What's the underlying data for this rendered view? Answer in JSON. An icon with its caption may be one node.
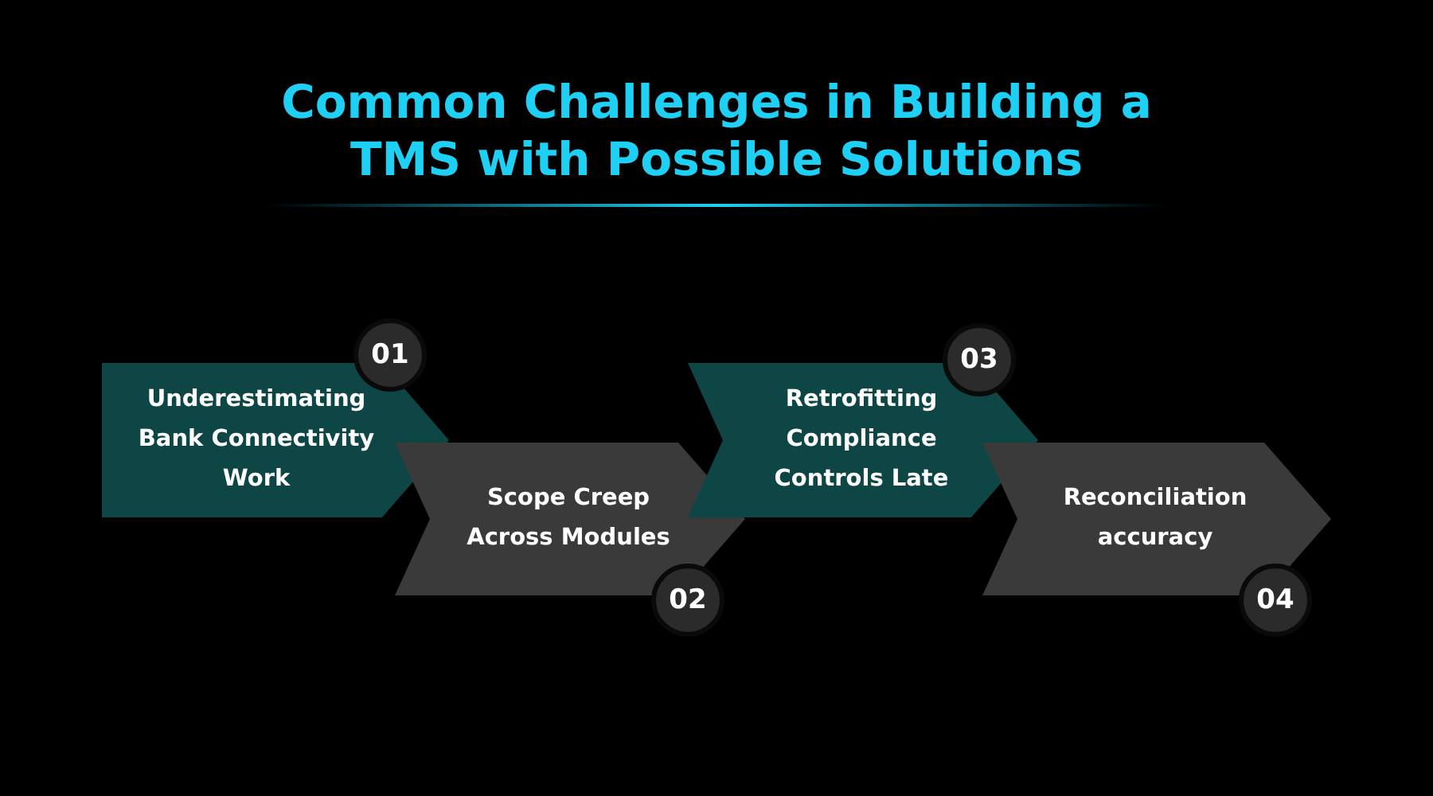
{
  "diagram": {
    "title": "Common Challenges in Building a TMS with Possible Solutions",
    "nodes": [
      {
        "text": [
          "Underestimating Bank Connectivity Work"
        ]
      },
      {
        "text": [
          "01"
        ]
      },
      {
        "text": [
          "Scope Creep Across Modules"
        ]
      },
      {
        "text": [
          "02"
        ]
      },
      {
        "text": [
          "Retrofitting Compliance Controls Late"
        ]
      },
      {
        "text": [
          "03"
        ]
      },
      {
        "text": [
          "Reconciliation accuracy"
        ]
      },
      {
        "text": [
          "04"
        ]
      }
    ]
  }
}
